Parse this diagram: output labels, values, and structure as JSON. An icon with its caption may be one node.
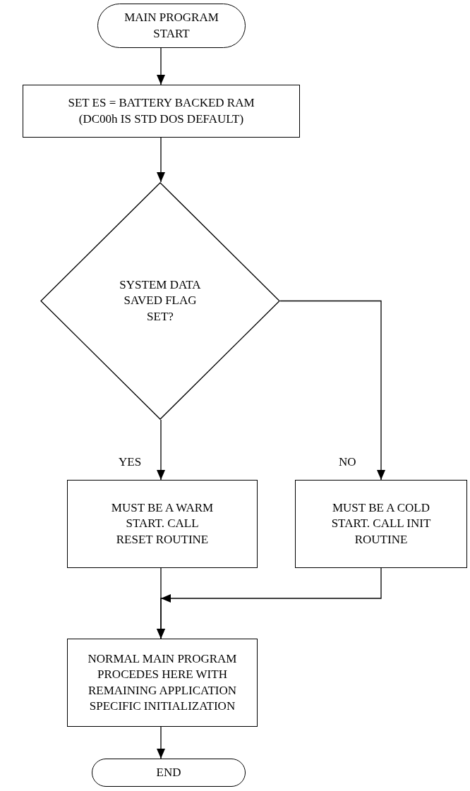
{
  "diagram": {
    "nodes": [
      {
        "text": [
          "MAIN PROGRAM START"
        ]
      },
      {
        "text": [
          "SET ES = BATTERY BACKED RAM (DC00h IS STD DOS DEFAULT)"
        ]
      },
      {
        "text": [
          "SYSTEM DATA SAVED FLAG SET?"
        ]
      },
      {
        "text": [
          "MUST BE A WARM START. CALL RESET ROUTINE"
        ]
      },
      {
        "text": [
          "MUST BE A COLD START. CALL INIT ROUTINE"
        ]
      },
      {
        "text": [
          "NORMAL MAIN PROGRAM PROCEDES HERE WITH REMAINING APPLICATION SPECIFIC INITIALIZATION"
        ]
      },
      {
        "text": [
          "END"
        ]
      }
    ],
    "edges": [
      {
        "from": 0,
        "to": 1,
        "arrow": "to"
      },
      {
        "from": 1,
        "to": 2,
        "arrow": "to"
      },
      {
        "from": 2,
        "to": 3,
        "arrow": "to",
        "label": "YES"
      },
      {
        "from": 2,
        "to": 4,
        "arrow": "to",
        "label": "NO"
      },
      {
        "from": 3,
        "to": 5,
        "arrow": "to"
      },
      {
        "from": 4,
        "to": 5,
        "arrow": "to"
      },
      {
        "from": 5,
        "to": 6,
        "arrow": "to"
      }
    ]
  }
}
